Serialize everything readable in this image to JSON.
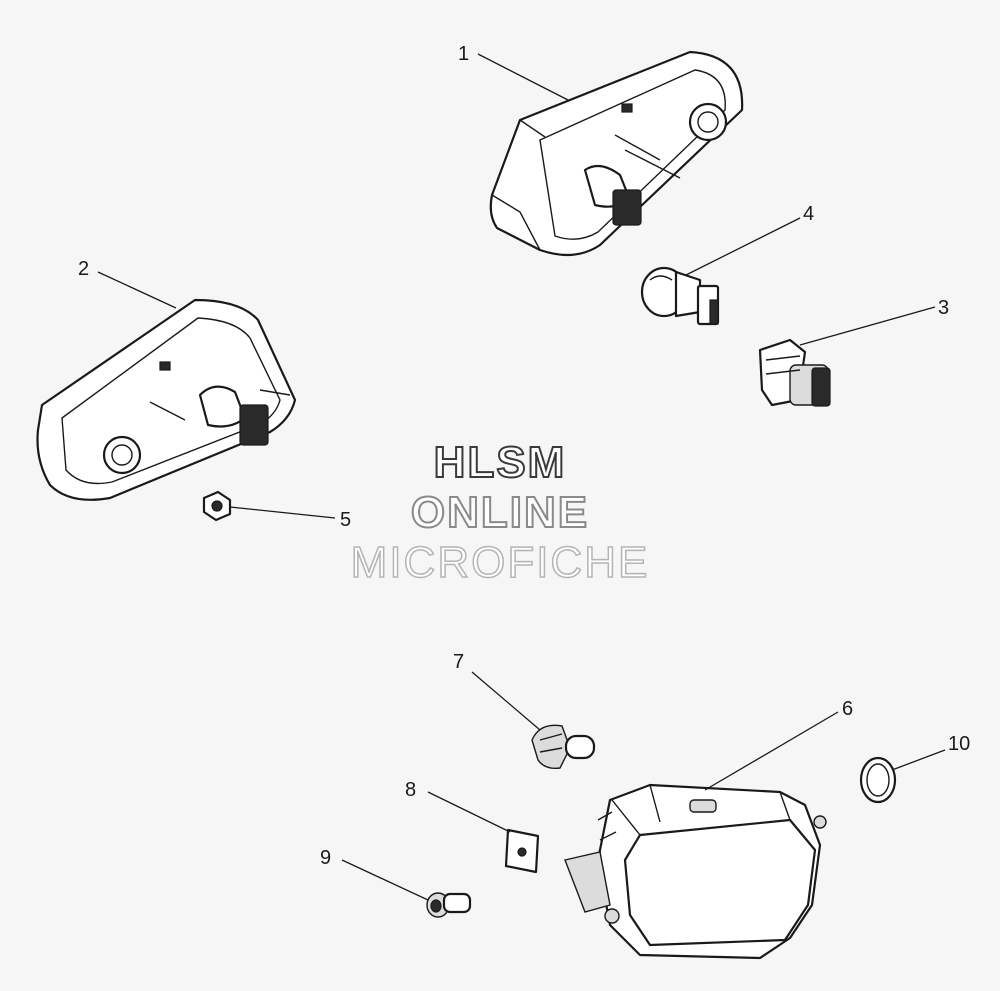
{
  "watermark": {
    "line1": "HLSM",
    "line2": "ONLINE",
    "line3": "MICROFICHE"
  },
  "callouts": {
    "c1": "1",
    "c2": "2",
    "c3": "3",
    "c4": "4",
    "c5": "5",
    "c6": "6",
    "c7": "7",
    "c8": "8",
    "c9": "9",
    "c10": "10"
  }
}
